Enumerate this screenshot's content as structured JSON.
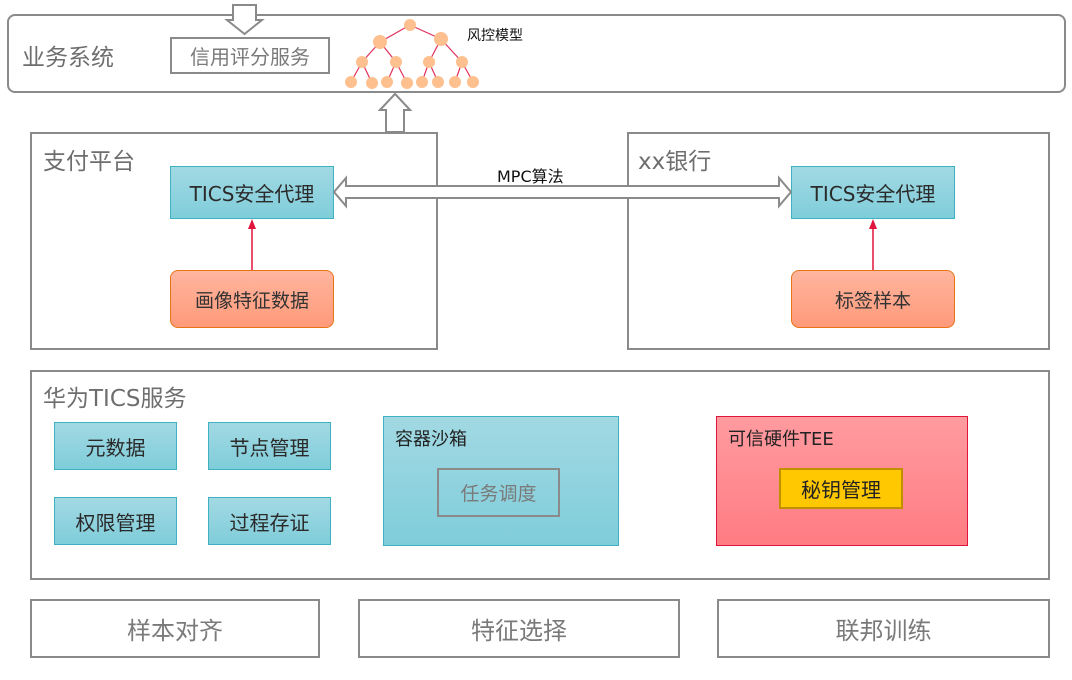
{
  "business_system": {
    "title": "业务系统",
    "credit_service": "信用评分服务",
    "risk_model_label": "风控模型"
  },
  "payment_platform": {
    "title": "支付平台",
    "agent": "TICS安全代理",
    "data_source": "画像特征数据"
  },
  "bank": {
    "title": "xx银行",
    "agent": "TICS安全代理",
    "data_source": "标签样本"
  },
  "link": {
    "mpc_label": "MPC算法"
  },
  "tics_service": {
    "title": "华为TICS服务",
    "modules": [
      {
        "label": "元数据"
      },
      {
        "label": "节点管理"
      },
      {
        "label": "权限管理"
      },
      {
        "label": "过程存证"
      }
    ],
    "sandbox": {
      "title": "容器沙箱",
      "inner": "任务调度"
    },
    "tee": {
      "title": "可信硬件TEE",
      "inner": "秘钥管理"
    }
  },
  "steps": [
    {
      "label": "样本对齐"
    },
    {
      "label": "特征选择"
    },
    {
      "label": "联邦训练"
    }
  ],
  "colors": {
    "tree_node": "#ffc08f",
    "tree_edge": "#e0305a",
    "flow_arrow": "#e0143c",
    "teal_fill": "#8fd3df",
    "tee_fill": "#ff8a90",
    "key_fill": "#ffc800"
  }
}
